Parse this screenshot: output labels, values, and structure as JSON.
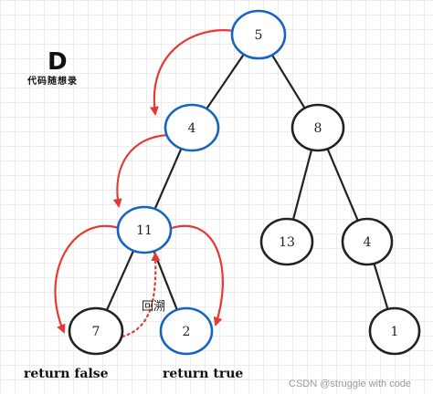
{
  "logo": {
    "mark": "D",
    "text": "代码随想录"
  },
  "tree": {
    "nodes": [
      {
        "id": "n5",
        "label": "5",
        "outline": "#1565c0"
      },
      {
        "id": "n4a",
        "label": "4",
        "outline": "#1565c0"
      },
      {
        "id": "n8",
        "label": "8",
        "outline": "#222222"
      },
      {
        "id": "n11",
        "label": "11",
        "outline": "#1565c0"
      },
      {
        "id": "n13",
        "label": "13",
        "outline": "#222222"
      },
      {
        "id": "n4b",
        "label": "4",
        "outline": "#222222"
      },
      {
        "id": "n7",
        "label": "7",
        "outline": "#222222"
      },
      {
        "id": "n2",
        "label": "2",
        "outline": "#1565c0"
      },
      {
        "id": "n1",
        "label": "1",
        "outline": "#222222"
      }
    ],
    "edges": [
      [
        "n5",
        "n4a"
      ],
      [
        "n5",
        "n8"
      ],
      [
        "n4a",
        "n11"
      ],
      [
        "n8",
        "n13"
      ],
      [
        "n8",
        "n4b"
      ],
      [
        "n11",
        "n7"
      ],
      [
        "n11",
        "n2"
      ],
      [
        "n4b",
        "n1"
      ]
    ]
  },
  "traversal": {
    "arrow_color": "#e53935",
    "backtrack_label": "回溯"
  },
  "returns": {
    "left": "return false",
    "right": "return true"
  },
  "watermark": "CSDN @struggle with code"
}
